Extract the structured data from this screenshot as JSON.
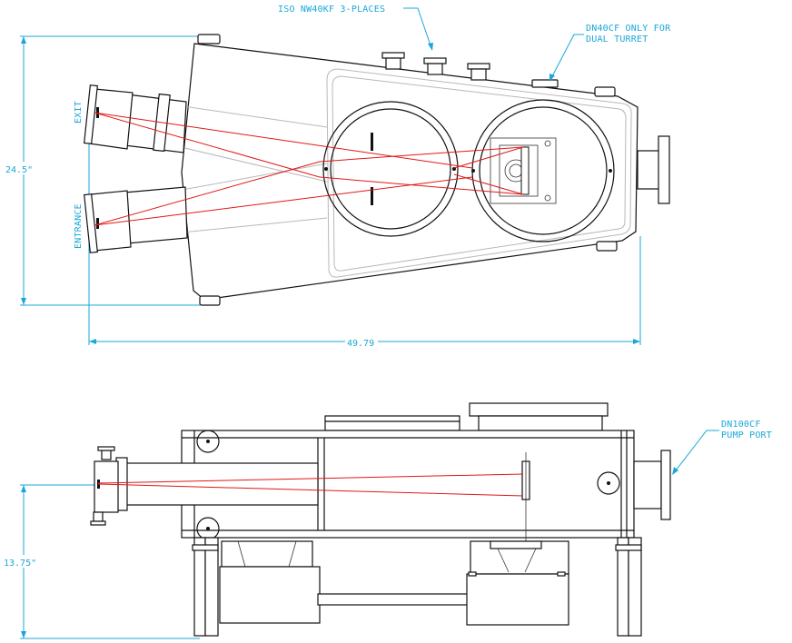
{
  "labels": {
    "iso_ports": "ISO NW40KF 3-PLACES",
    "dn40cf_line1": "DN40CF ONLY FOR",
    "dn40cf_line2": "DUAL TURRET",
    "exit": "EXIT",
    "entrance": "ENTRANCE",
    "dn100cf_line1": "DN100CF",
    "dn100cf_line2": "PUMP PORT"
  },
  "dimensions": {
    "height_top": "24.5\"",
    "width_top": "49.79",
    "height_side": "13.75\""
  },
  "colors": {
    "dimension": "#1aa7d8",
    "beam": "#e01818",
    "outline": "#111111"
  }
}
